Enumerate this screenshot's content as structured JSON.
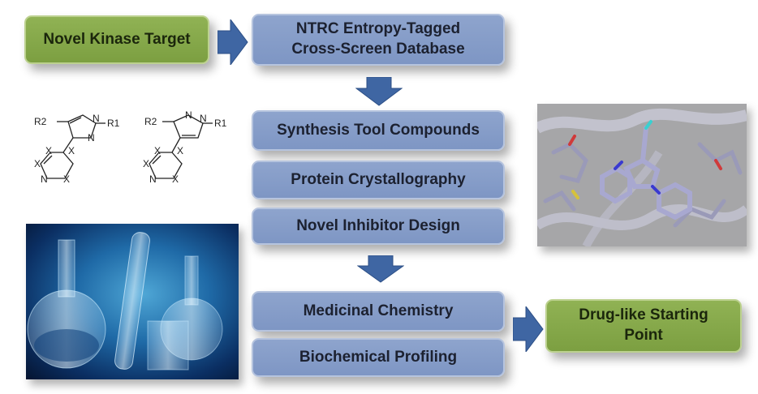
{
  "flow": {
    "novel_target": "Novel Kinase Target",
    "database_line1": "NTRC Entropy-Tagged",
    "database_line2": "Cross-Screen Database",
    "synthesis": "Synthesis Tool Compounds",
    "crystallography": "Protein Crystallography",
    "inhibitor_design": "Novel Inhibitor Design",
    "medicinal_chemistry": "Medicinal Chemistry",
    "biochemical_profiling": "Biochemical Profiling",
    "starting_point_line1": "Drug-like Starting",
    "starting_point_line2": "Point"
  },
  "structures": {
    "left": {
      "r1": "R1",
      "r2": "R2",
      "n1": "N",
      "n2": "N",
      "x1": "X",
      "x2": "X",
      "x3": "X",
      "x4": "X",
      "n3": "N"
    },
    "right": {
      "r1": "R1",
      "r2": "R2",
      "n1": "N",
      "n2": "N",
      "x1": "X",
      "x2": "X",
      "x3": "X",
      "x4": "X",
      "n3": "N"
    }
  },
  "colors": {
    "process_box": "#7e96c4",
    "endpoint_box": "#84a648",
    "arrow": "#3f66a3"
  }
}
